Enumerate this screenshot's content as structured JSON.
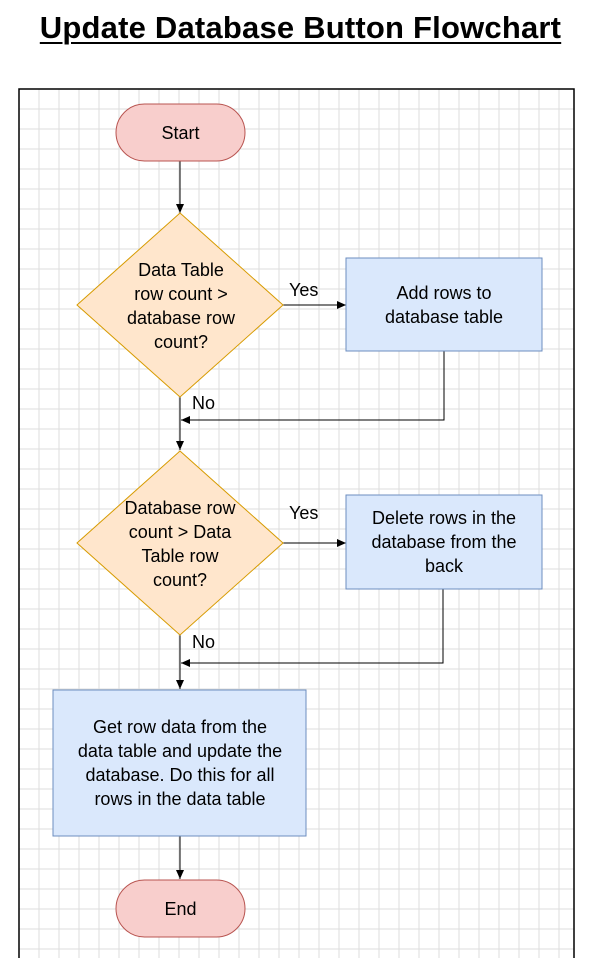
{
  "title": "Update Database Button Flowchart",
  "colors": {
    "terminal_fill": "#f8cecc",
    "terminal_stroke": "#b85450",
    "decision_fill": "#ffe6cc",
    "decision_stroke": "#d79b00",
    "process_fill": "#dae8fc",
    "process_stroke": "#6c8ebf",
    "grid": "#dedede",
    "line": "#000000"
  },
  "nodes": {
    "start": {
      "label": "Start"
    },
    "decision1": {
      "lines": [
        "Data Table",
        "row count >",
        "database row",
        "count?"
      ]
    },
    "add_rows": {
      "lines": [
        "Add rows to",
        "database table"
      ]
    },
    "decision2": {
      "lines": [
        "Database row",
        "count > Data",
        "Table row",
        "count?"
      ]
    },
    "delete_rows": {
      "lines": [
        "Delete rows in the",
        "database from the",
        "back"
      ]
    },
    "update": {
      "lines": [
        "Get row data from the",
        "data table and update the",
        "database. Do this for all",
        "rows in the data table"
      ]
    },
    "end": {
      "label": "End"
    }
  },
  "edges": {
    "d1_yes": "Yes",
    "d1_no": "No",
    "d2_yes": "Yes",
    "d2_no": "No"
  }
}
